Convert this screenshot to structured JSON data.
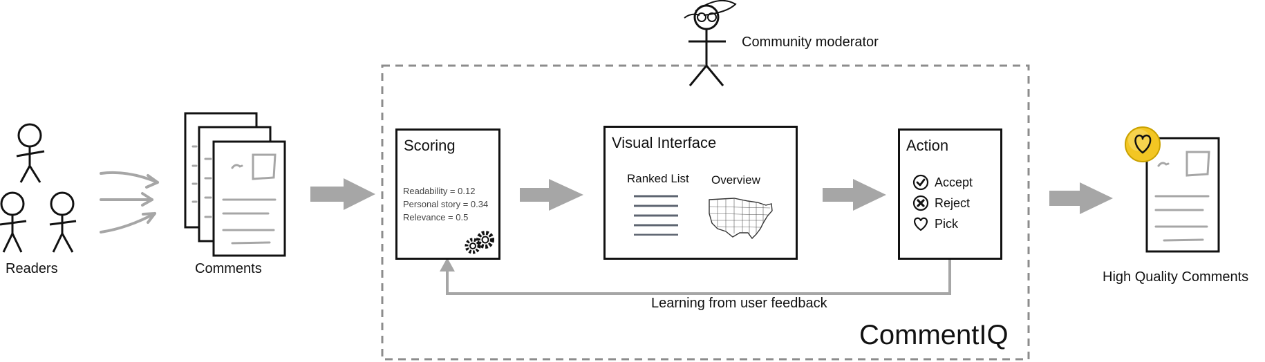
{
  "moderator": {
    "label": "Community moderator"
  },
  "readers": {
    "label": "Readers"
  },
  "comments": {
    "label": "Comments"
  },
  "scoring": {
    "title": "Scoring",
    "lines": [
      "Readability = 0.12",
      "Personal story = 0.34",
      "Relevance = 0.5"
    ]
  },
  "visual_interface": {
    "title": "Visual Interface",
    "ranked_list": "Ranked List",
    "overview": "Overview"
  },
  "action": {
    "title": "Action",
    "items": [
      "Accept",
      "Reject",
      "Pick"
    ]
  },
  "feedback": {
    "label": "Learning from user feedback"
  },
  "system": {
    "name": "CommentIQ"
  },
  "output": {
    "label": "High Quality Comments"
  },
  "colors": {
    "ink": "#111111",
    "arrow_gray": "#a6a6a6",
    "dash_gray": "#8c8c8c",
    "list_lines": "#5d6470",
    "badge_yellow": "#f3c623"
  }
}
